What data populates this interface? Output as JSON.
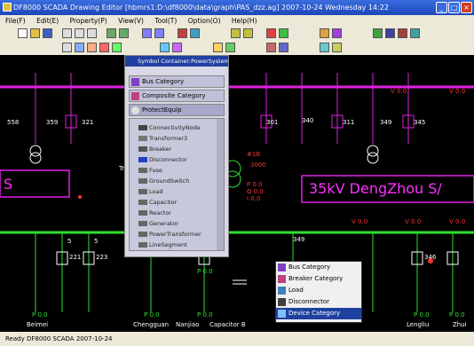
{
  "window": {
    "title": "DF8000 SCADA Drawing Editor [hbmrs1:D:\\df8000\\data\\graph\\PAS_dzz.ag] 2007-10-24 Wednesday 14:22",
    "min": "_",
    "max": "□",
    "close": "×"
  },
  "menu": [
    "File(F)",
    "Edit(E)",
    "Property(P)",
    "View(V)",
    "Tool(T)",
    "Option(O)",
    "Help(H)"
  ],
  "panel": {
    "title": "Symbol Container:PowerSystemSets",
    "categories": [
      "Bus Category",
      "Composite Category",
      "ProtectEquip"
    ],
    "items": [
      "ConnectivityNode",
      "Transformer3",
      "Breaker",
      "Disconnector",
      "Fuse",
      "GroundSwitch",
      "Load",
      "Capacitor",
      "Reactor",
      "Generator",
      "PowerTransformer",
      "LineSegment"
    ]
  },
  "context_menu": {
    "items": [
      "Bus Category",
      "Breaker Category",
      "Load",
      "Disconnector",
      "Device Category"
    ]
  },
  "canvas": {
    "station_name": "35kV DengZhou S/",
    "station_left": "S",
    "top_labels": [
      "359",
      "321",
      "301",
      "340",
      "311",
      "349",
      "345",
      "558"
    ],
    "v_values": [
      "V 0.0",
      "V 0.0"
    ],
    "bottom_v": [
      "V 0.0",
      "V 0.0",
      "V 0.0"
    ],
    "mid_labels": [
      "349",
      "5",
      "5",
      "221",
      "223",
      "346",
      "P 0.0"
    ],
    "p_values": [
      "P 0.0",
      "P 0.0",
      "P 0.0",
      "P 0.0",
      "P 0.0"
    ],
    "tr_label": "Tr",
    "red_values": [
      "#1B",
      "3000",
      "P 0.0",
      "Q 0.0",
      "I 0.0"
    ],
    "feeder_names": [
      "Beimei",
      "Chengguan",
      "Nanjiao",
      "Capacitor B",
      "Lengliu",
      "Zhui"
    ]
  },
  "status": {
    "text": "Ready  DF8000 SCADA 2007-10-24"
  },
  "colors": {
    "titlebar": "#1b46b8",
    "bus_green": "#30e030",
    "bus_magenta": "#e020e0",
    "label_red": "#ff3030",
    "station_text": "#ff30ff"
  }
}
